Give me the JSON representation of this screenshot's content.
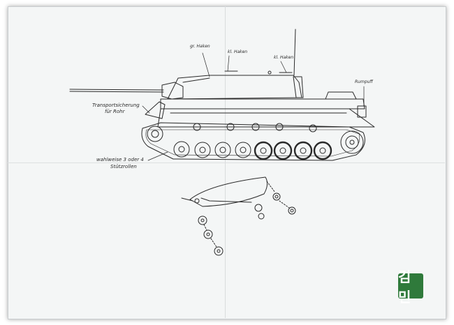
{
  "labels": {
    "gr_haken": "gr. Haken",
    "kl_haken": "kl. Haken",
    "kl_haken_2": "kl. Haken",
    "rumpuff": "Rumpuff",
    "transport_line1": "Transportsicherung",
    "transport_line2": "für Rohr",
    "stuetz_line1": "wahlweise 3 oder 4",
    "stuetz_line2": "Stützrollen"
  },
  "stamp": {
    "text": "김민",
    "color": "#2f7a3b"
  },
  "colors": {
    "paper": "#f4f6f6",
    "ink": "#2a2a2a"
  }
}
